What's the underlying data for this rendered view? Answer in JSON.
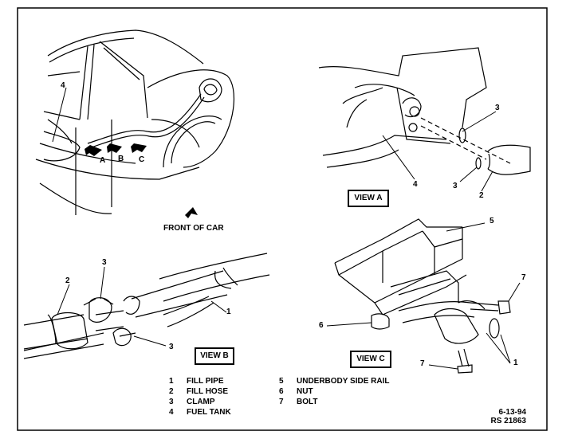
{
  "callouts": {
    "car": {
      "item4": "4",
      "a": "A",
      "b": "B",
      "c": "C"
    },
    "front_of_car": "FRONT OF CAR",
    "view_a": {
      "item3_top": "3",
      "item3_bottom": "3",
      "item2": "2",
      "item4": "4"
    },
    "view_b": {
      "item3_top": "3",
      "item2": "2",
      "item1": "1",
      "item3_bottom": "3"
    },
    "view_c": {
      "item5": "5",
      "item7_top": "7",
      "item6": "6",
      "item7_bottom": "7",
      "item1": "1"
    }
  },
  "view_labels": {
    "a": "VIEW A",
    "b": "VIEW B",
    "c": "VIEW C"
  },
  "legend": [
    {
      "num": "1",
      "text": "FILL PIPE"
    },
    {
      "num": "2",
      "text": "FILL HOSE"
    },
    {
      "num": "3",
      "text": "CLAMP"
    },
    {
      "num": "4",
      "text": "FUEL TANK"
    },
    {
      "num": "5",
      "text": "UNDERBODY SIDE RAIL"
    },
    {
      "num": "6",
      "text": "NUT"
    },
    {
      "num": "7",
      "text": "BOLT"
    }
  ],
  "footer": {
    "date": "6-13-94",
    "ref": "RS 21863"
  }
}
